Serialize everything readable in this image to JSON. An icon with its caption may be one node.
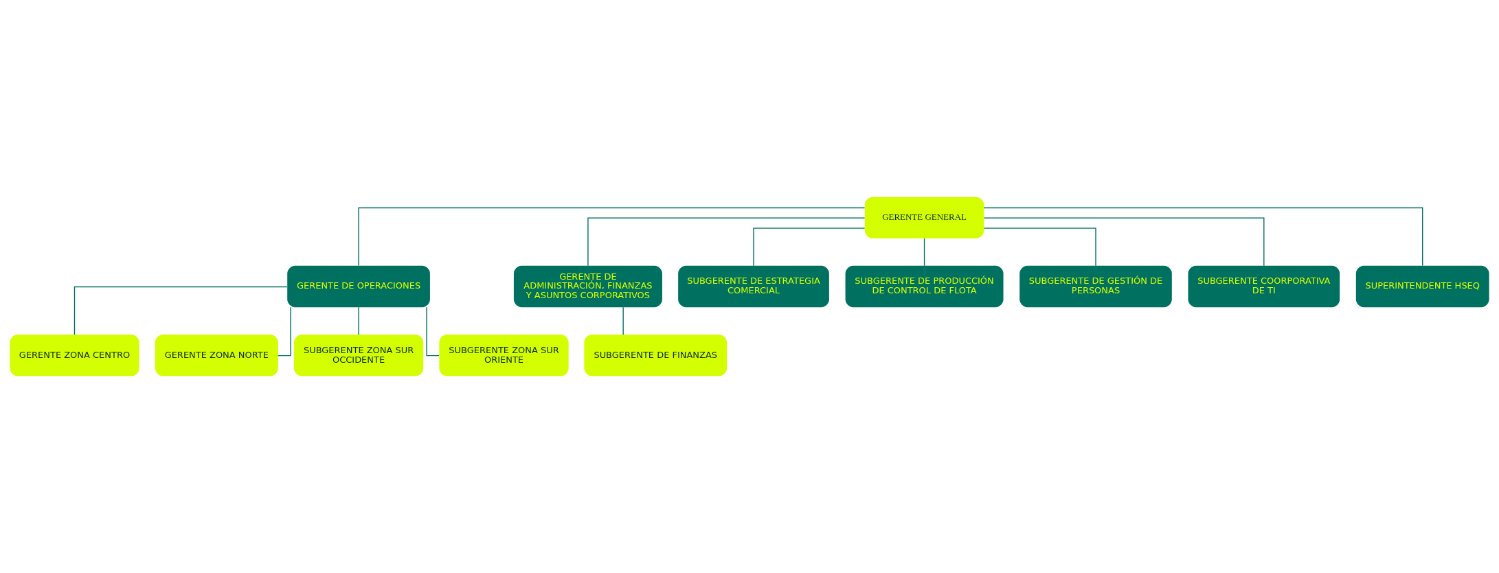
{
  "diagram": {
    "nodes": [
      {
        "text": [
          "GERENTE GENERAL"
        ]
      },
      {
        "text": [
          "GERENTE DE OPERACIONES"
        ]
      },
      {
        "text": [
          "GERENTE DE ADMINISTRACIÓN, FINANZAS Y ASUNTOS CORPORATIVOS"
        ]
      },
      {
        "text": [
          "SUBGERENTE DE ESTRATEGIA COMERCIAL"
        ]
      },
      {
        "text": [
          "SUBGERENTE DE PRODUCCIÓN DE CONTROL DE FLOTA"
        ]
      },
      {
        "text": [
          "SUBGERENTE DE GESTIÓN DE PERSONAS"
        ]
      },
      {
        "text": [
          "SUBGERENTE COORPORATIVA DE TI"
        ]
      },
      {
        "text": [
          "SUPERINTENDENTE HSEQ"
        ]
      },
      {
        "text": [
          "GERENTE ZONA CENTRO"
        ]
      },
      {
        "text": [
          "GERENTE ZONA NORTE"
        ]
      },
      {
        "text": [
          "SUBGERENTE ZONA SUR OCCIDENTE"
        ]
      },
      {
        "text": [
          "SUBGERENTE ZONA SUR ORIENTE"
        ]
      },
      {
        "text": [
          "SUBGERENTE DE FINANZAS"
        ]
      }
    ],
    "edges": [
      {
        "from": 0,
        "to": 1,
        "arrow": "none"
      },
      {
        "from": 0,
        "to": 2,
        "arrow": "none"
      },
      {
        "from": 0,
        "to": 3,
        "arrow": "none"
      },
      {
        "from": 0,
        "to": 4,
        "arrow": "none"
      },
      {
        "from": 0,
        "to": 5,
        "arrow": "none"
      },
      {
        "from": 0,
        "to": 6,
        "arrow": "none"
      },
      {
        "from": 0,
        "to": 7,
        "arrow": "none"
      },
      {
        "from": 1,
        "to": 8,
        "arrow": "none"
      },
      {
        "from": 1,
        "to": 9,
        "arrow": "none"
      },
      {
        "from": 1,
        "to": 10,
        "arrow": "none"
      },
      {
        "from": 1,
        "to": 11,
        "arrow": "none"
      },
      {
        "from": 2,
        "to": 12,
        "arrow": "none"
      }
    ]
  }
}
